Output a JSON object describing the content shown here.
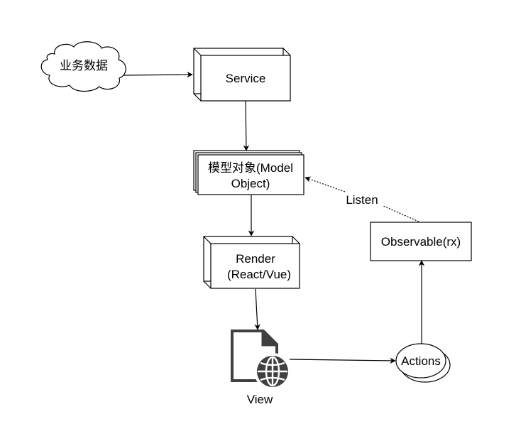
{
  "diagram": {
    "nodes": {
      "business_data": {
        "label": "业务数据",
        "shape": "cloud"
      },
      "service": {
        "label": "Service",
        "shape": "3d-box"
      },
      "model_object": {
        "line1": "模型对象(Model",
        "line2": "Object)",
        "shape": "stacked-box"
      },
      "render": {
        "line1": "Render",
        "line2": "(React/Vue)",
        "shape": "3d-box"
      },
      "view": {
        "label": "View",
        "shape": "web-page-icon"
      },
      "actions": {
        "label": "Actions",
        "shape": "double-ellipse"
      },
      "observable": {
        "label": "Observable(rx)",
        "shape": "box"
      }
    },
    "edges": [
      {
        "from": "business_data",
        "to": "service",
        "style": "solid"
      },
      {
        "from": "service",
        "to": "model_object",
        "style": "solid"
      },
      {
        "from": "model_object",
        "to": "render",
        "style": "solid"
      },
      {
        "from": "render",
        "to": "view",
        "style": "solid"
      },
      {
        "from": "view",
        "to": "actions",
        "style": "solid"
      },
      {
        "from": "actions",
        "to": "observable",
        "style": "solid"
      },
      {
        "from": "observable",
        "to": "model_object",
        "style": "dotted",
        "label": "Listen"
      }
    ],
    "colors": {
      "stroke": "#000000",
      "fill": "#ffffff",
      "icon_dark": "#404040"
    }
  }
}
